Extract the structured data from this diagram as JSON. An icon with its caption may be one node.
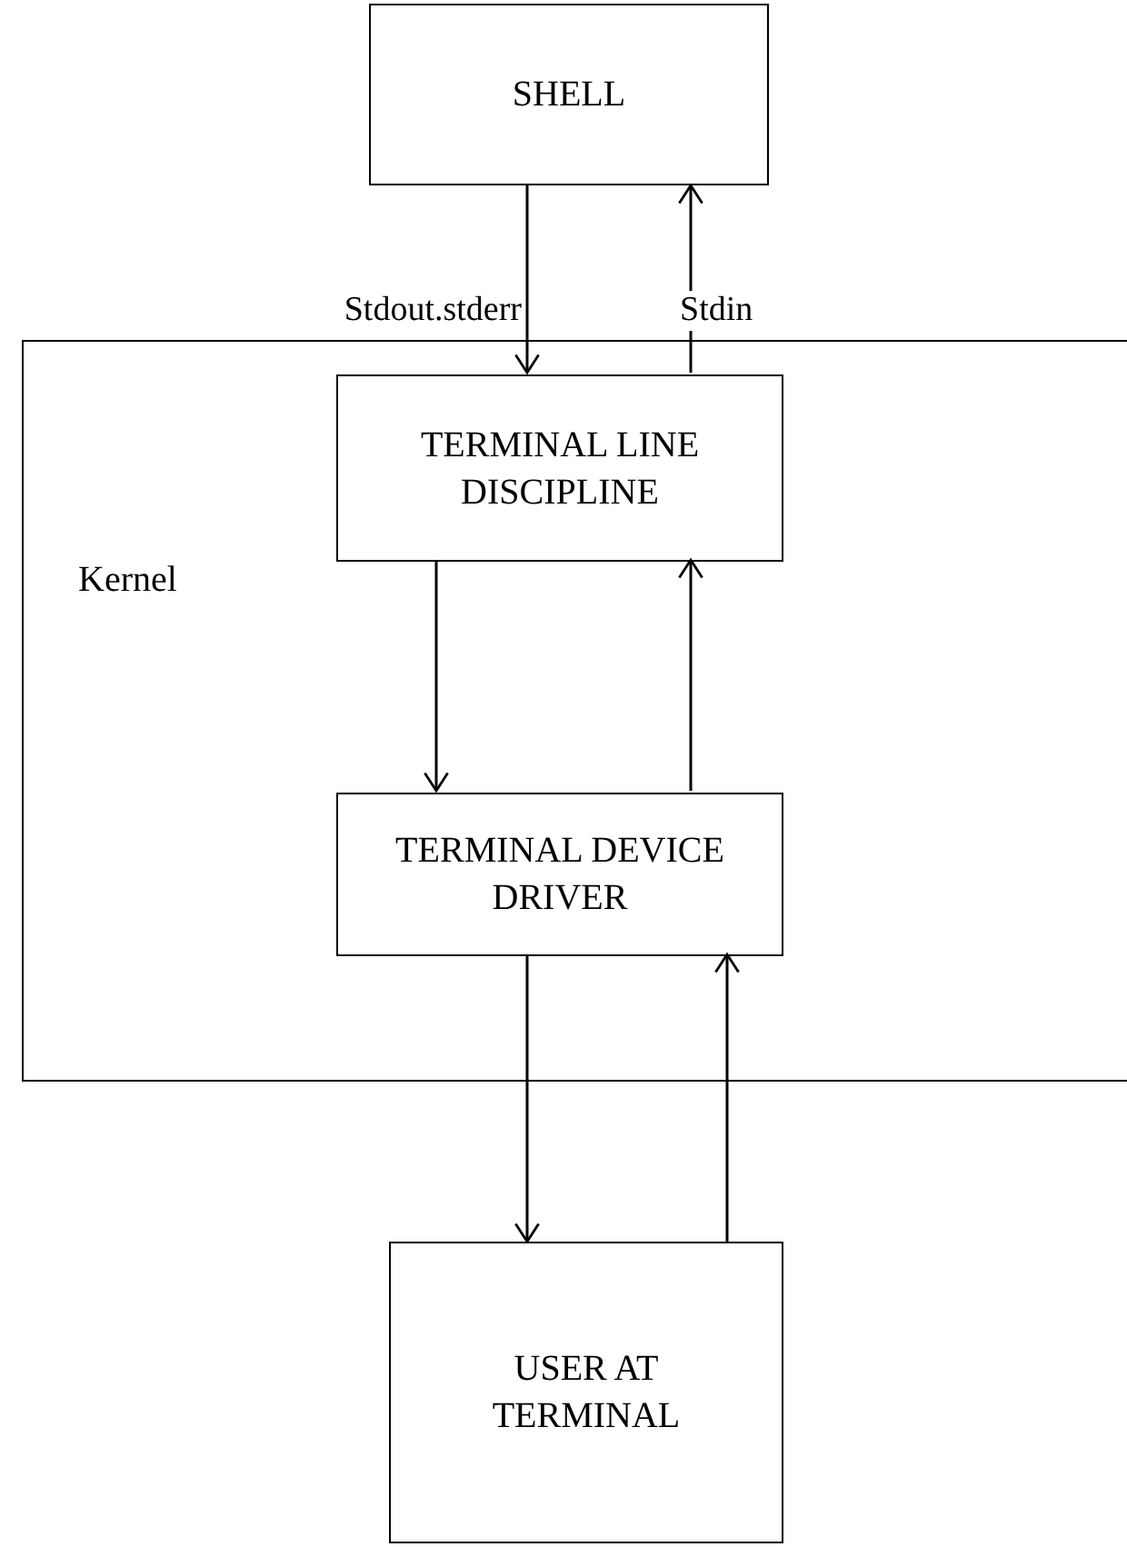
{
  "diagram": {
    "nodes": [
      {
        "text": [
          "SHELL"
        ]
      },
      {
        "text": [
          "Kernel"
        ]
      },
      {
        "text": [
          "TERMINAL LINE DISCIPLINE"
        ],
        "in": 1
      },
      {
        "text": [
          "TERMINAL DEVICE DRIVER"
        ],
        "in": 1
      },
      {
        "text": [
          "USER AT TERMINAL"
        ]
      }
    ],
    "edges": [
      {
        "from": 0,
        "to": 2,
        "arrow": "to",
        "label": "Stdout.stderr"
      },
      {
        "from": 2,
        "to": 0,
        "arrow": "to",
        "label": "Stdin"
      },
      {
        "from": 2,
        "to": 3,
        "arrow": "to"
      },
      {
        "from": 3,
        "to": 2,
        "arrow": "to"
      },
      {
        "from": 3,
        "to": 4,
        "arrow": "to"
      },
      {
        "from": 4,
        "to": 3,
        "arrow": "to"
      }
    ]
  }
}
